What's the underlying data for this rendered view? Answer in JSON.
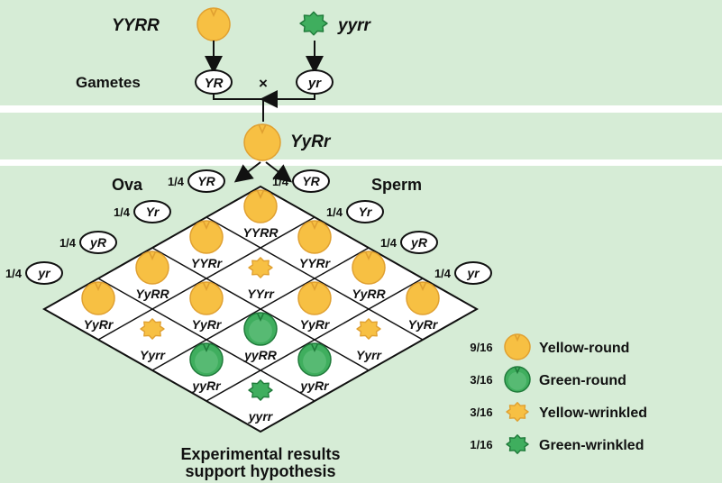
{
  "parents": {
    "left_genotype": "YYRR",
    "right_genotype": "yyrr",
    "gametes_label": "Gametes",
    "left_gamete": "YR",
    "right_gamete": "yr",
    "cross_symbol": "×"
  },
  "f1": {
    "genotype": "YyRr"
  },
  "punnett": {
    "ova_label": "Ova",
    "sperm_label": "Sperm",
    "fraction": "1/4",
    "ova": [
      "YR",
      "Yr",
      "yR",
      "yr"
    ],
    "sperm": [
      "YR",
      "Yr",
      "yR",
      "yr"
    ],
    "cells": [
      [
        {
          "g": "YYRR",
          "p": "yellow-round"
        },
        {
          "g": "YYRr",
          "p": "yellow-round"
        },
        {
          "g": "YyRR",
          "p": "yellow-round"
        },
        {
          "g": "YyRr",
          "p": "yellow-round"
        }
      ],
      [
        {
          "g": "YYRr",
          "p": "yellow-round"
        },
        {
          "g": "YYrr",
          "p": "yellow-wrinkled"
        },
        {
          "g": "YyRr",
          "p": "yellow-round"
        },
        {
          "g": "Yyrr",
          "p": "yellow-wrinkled"
        }
      ],
      [
        {
          "g": "YyRR",
          "p": "yellow-round"
        },
        {
          "g": "YyRr",
          "p": "yellow-round"
        },
        {
          "g": "yyRR",
          "p": "green-round"
        },
        {
          "g": "yyRr",
          "p": "green-round"
        }
      ],
      [
        {
          "g": "YyRr",
          "p": "yellow-round"
        },
        {
          "g": "Yyrr",
          "p": "yellow-wrinkled"
        },
        {
          "g": "yyRr",
          "p": "green-round"
        },
        {
          "g": "yyrr",
          "p": "green-wrinkled"
        }
      ]
    ]
  },
  "legend": [
    {
      "num": "9",
      "den": "16",
      "label": "Yellow-round",
      "pea": "yellow-round"
    },
    {
      "num": "3",
      "den": "16",
      "label": "Green-round",
      "pea": "green-round"
    },
    {
      "num": "3",
      "den": "16",
      "label": "Yellow-wrinkled",
      "pea": "yellow-wrinkled"
    },
    {
      "num": "1",
      "den": "16",
      "label": "Green-wrinkled",
      "pea": "green-wrinkled"
    }
  ],
  "caption": {
    "line1": "Experimental results",
    "line2": "support hypothesis"
  },
  "colors": {
    "background": "#d6ecd6",
    "yellow": "#f7c043",
    "yellow_edge": "#e0a030",
    "green": "#3fae5e",
    "green_edge": "#1f7a3a",
    "ink": "#111111"
  }
}
